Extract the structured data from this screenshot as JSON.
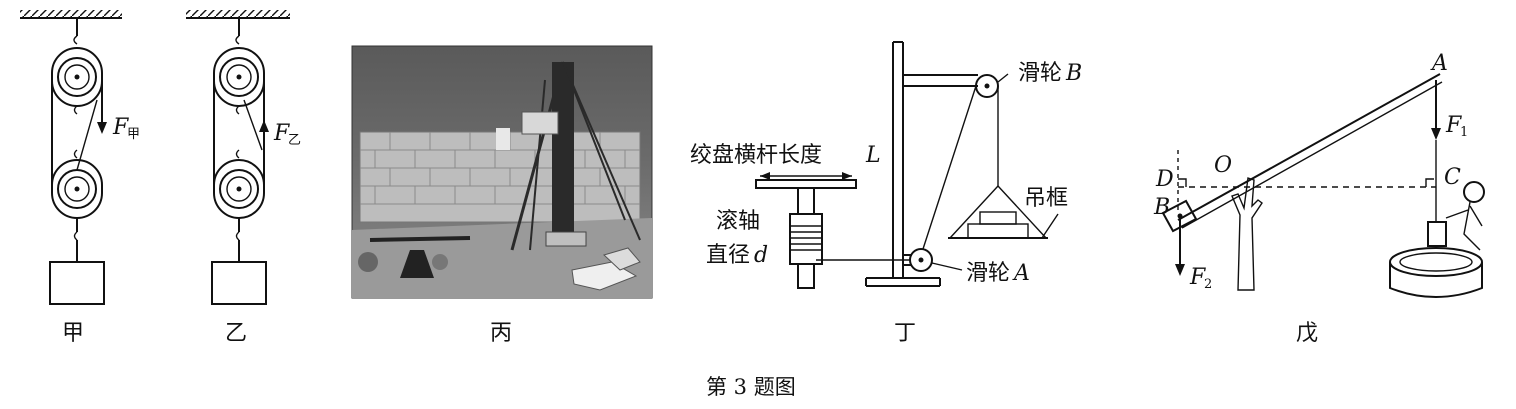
{
  "caption": "第 3 题图",
  "panels": {
    "jia": {
      "label": "甲",
      "force": "F",
      "force_sub": "甲"
    },
    "yi": {
      "label": "乙",
      "force": "F",
      "force_sub": "乙"
    },
    "bing": {
      "label": "丙"
    },
    "ding": {
      "label": "丁",
      "crossbar": "绞盘横杆长度",
      "crossbar_var": "L",
      "roller_line1": "滚轴",
      "roller_line2": "直径",
      "roller_var": "d",
      "pulley_b": "滑轮",
      "pulley_b_var": "B",
      "pulley_a": "滑轮",
      "pulley_a_var": "A",
      "frame": "吊框"
    },
    "wu": {
      "label": "戊",
      "point_a": "A",
      "point_b": "B",
      "point_c": "C",
      "point_d": "D",
      "point_o": "O",
      "f1": "F",
      "f1_sub": "1",
      "f2": "F",
      "f2_sub": "2"
    }
  }
}
